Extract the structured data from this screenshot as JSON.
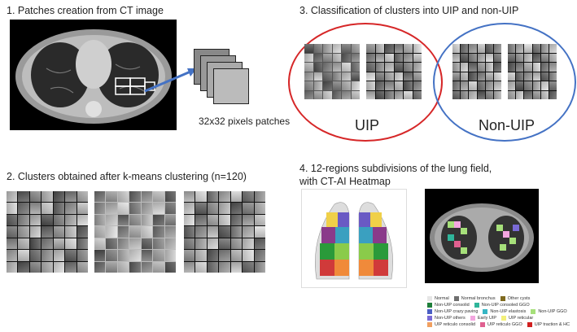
{
  "panels": {
    "p1": {
      "title": "1. Patches creation from CT image",
      "patch_label": "32x32 pixels patches"
    },
    "p2": {
      "title": "2. Clusters obtained after k-means clustering (n=120)"
    },
    "p3": {
      "title": "3. Classification of clusters into UIP and non-UIP",
      "uip_label": "UIP",
      "nonuip_label": "Non-UIP"
    },
    "p4": {
      "title_line1": "4. 12-regions subdivisions of the lung field,",
      "title_line2": "with CT-AI Heatmap"
    }
  },
  "colors": {
    "uip_ellipse": "#d62728",
    "nonuip_ellipse": "#4472c4",
    "arrow": "#4472c4"
  },
  "legend": [
    [
      {
        "label": "Normal",
        "color": "#e6e6e6"
      },
      {
        "label": "Normal bronchus",
        "color": "#6f6f6f"
      },
      {
        "label": "Other cysts",
        "color": "#7f6a1f"
      }
    ],
    [
      {
        "label": "Non-UIP consolid",
        "color": "#1f7f3a"
      },
      {
        "label": "Non-UIP consoled GGO",
        "color": "#2fb59a"
      }
    ],
    [
      {
        "label": "Non-UIP crazy paving",
        "color": "#4a5ec4"
      },
      {
        "label": "Non-UIP elastosis",
        "color": "#36b6c4"
      },
      {
        "label": "Non-UIP GGO",
        "color": "#a6e07a"
      }
    ],
    [
      {
        "label": "Non-UIP others",
        "color": "#7a6ad6"
      },
      {
        "label": "Early UIP",
        "color": "#f3a6e0"
      },
      {
        "label": "UIP reticular",
        "color": "#f3f07a"
      }
    ],
    [
      {
        "label": "UIP reticulo consolid",
        "color": "#f0a060"
      },
      {
        "label": "UIP reticulo GGO",
        "color": "#e06090"
      },
      {
        "label": "UIP traction & HC",
        "color": "#d02020"
      }
    ]
  ]
}
